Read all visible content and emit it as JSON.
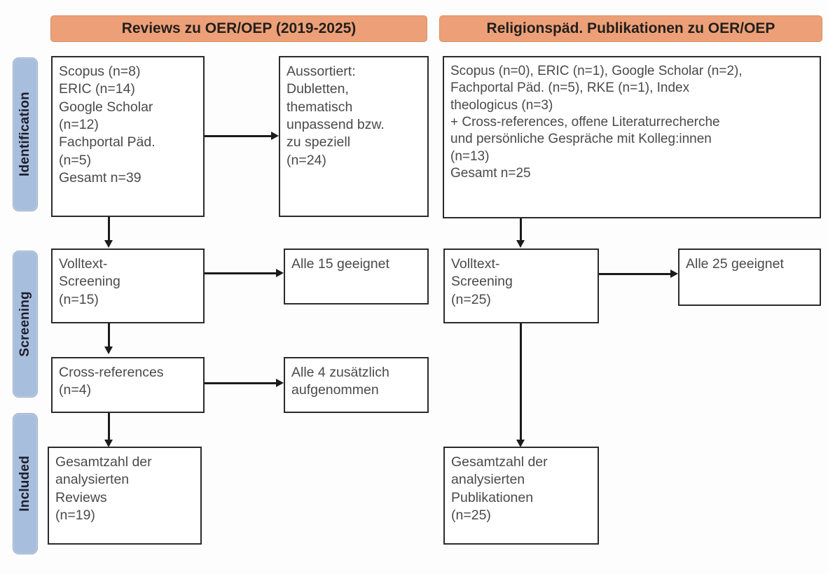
{
  "diagram": {
    "type": "prisma-flow-diagram",
    "columns": [
      {
        "id": "reviews",
        "header": "Reviews zu OER/OEP (2019-2025)",
        "identification_box": {
          "lines": [
            "Scopus (n=8)",
            "ERIC (n=14)",
            "Google Scholar",
            "(n=12)",
            "Fachportal Päd.",
            "(n=5)",
            "Gesamt n=39"
          ]
        },
        "excluded_box": {
          "lines": [
            "Aussortiert:",
            "Dubletten,",
            "thematisch",
            "unpassend bzw.",
            "zu speziell",
            "(n=24)"
          ]
        },
        "screening_box": {
          "lines": [
            "Volltext-",
            "Screening",
            "(n=15)"
          ]
        },
        "screening_result_box": {
          "lines": [
            "Alle 15 geeignet"
          ]
        },
        "crossref_box": {
          "lines": [
            "Cross-references",
            "(n=4)"
          ]
        },
        "crossref_result_box": {
          "lines": [
            "Alle 4 zusätzlich",
            "aufgenommen"
          ]
        },
        "included_box": {
          "lines": [
            "Gesamtzahl der",
            "analysierten",
            "Reviews",
            "(n=19)"
          ]
        }
      },
      {
        "id": "religionspaed",
        "header": "Religionspäd. Publikationen zu OER/OEP",
        "identification_box": {
          "lines": [
            "Scopus (n=0), ERIC (n=1), Google Scholar (n=2),",
            "Fachportal Päd. (n=5), RKE (n=1), Index",
            "theologicus (n=3)",
            "+ Cross-references, offene Literaturrecherche",
            "und persönliche Gespräche mit Kolleg:innen",
            "(n=13)",
            "Gesamt n=25"
          ]
        },
        "screening_box": {
          "lines": [
            "Volltext-",
            "Screening",
            "(n=25)"
          ]
        },
        "screening_result_box": {
          "lines": [
            "Alle 25 geeignet"
          ]
        },
        "included_box": {
          "lines": [
            "Gesamtzahl der",
            "analysierten",
            "Publikationen",
            "(n=25)"
          ]
        }
      }
    ],
    "stages": [
      {
        "id": "identification",
        "label": "Identification"
      },
      {
        "id": "screening",
        "label": "Screening"
      },
      {
        "id": "included",
        "label": "Included"
      }
    ],
    "counts": {
      "reviews_scopus": 8,
      "reviews_eric": 14,
      "reviews_google_scholar": 12,
      "reviews_fachportal": 5,
      "reviews_total_identified": 39,
      "reviews_excluded": 24,
      "reviews_fulltext_screened": 15,
      "reviews_fulltext_suitable": 15,
      "reviews_crossrefs": 4,
      "reviews_crossrefs_added": 4,
      "reviews_included": 19,
      "rp_scopus": 0,
      "rp_eric": 1,
      "rp_google_scholar": 2,
      "rp_fachportal": 5,
      "rp_rke": 1,
      "rp_index_theologicus": 3,
      "rp_other_sources": 13,
      "rp_total_identified": 25,
      "rp_fulltext_screened": 25,
      "rp_fulltext_suitable": 25,
      "rp_included": 25
    },
    "colors": {
      "header_bar": "#eda078",
      "stage_pill": "#a8bedd",
      "box_border": "#2b2b2b",
      "connector": "#1b1b1b",
      "text": "#4a4a4a"
    }
  }
}
